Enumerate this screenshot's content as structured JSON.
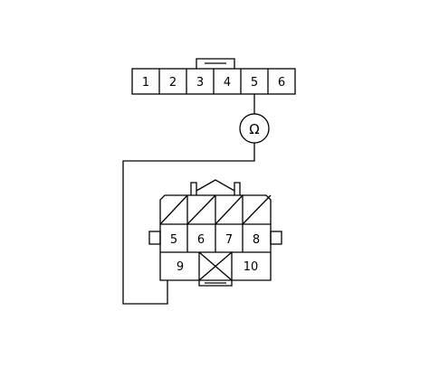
{
  "top_connector": {
    "pins": [
      "1",
      "2",
      "3",
      "4",
      "5",
      "6"
    ]
  },
  "meter": {
    "symbol": "Ω",
    "icon": "ohmmeter-icon"
  },
  "bottom_connector": {
    "upper_pins": [
      "5",
      "6",
      "7",
      "8"
    ],
    "lower_pins": [
      "9",
      "10"
    ]
  },
  "colors": {
    "line": "#000000",
    "background": "#ffffff"
  }
}
